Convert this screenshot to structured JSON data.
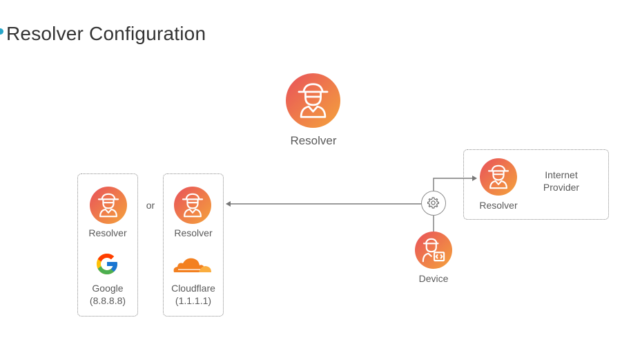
{
  "slide": {
    "title": "Resolver Configuration"
  },
  "diagram": {
    "main_resolver": {
      "label": "Resolver"
    },
    "google": {
      "resolver_label": "Resolver",
      "name": "Google",
      "address": "(8.8.8.8)"
    },
    "separator": "or",
    "cloudflare": {
      "resolver_label": "Resolver",
      "name": "Cloudflare",
      "address": "(1.1.1.1)"
    },
    "isp": {
      "resolver_label": "Resolver",
      "provider_line1": "Internet",
      "provider_line2": "Provider"
    },
    "device": {
      "label": "Device"
    }
  },
  "colors": {
    "accent_gradient_start": "#e8505b",
    "accent_gradient_end": "#f4a23c",
    "bullet": "#27a6c9",
    "cloudflare_orange": "#f38020",
    "cloudflare_light": "#faad3f"
  },
  "icons": {
    "resolver": "spy-icon",
    "device": "developer-icon",
    "config": "gear-icon",
    "google_logo": "google-logo",
    "cloudflare_logo": "cloudflare-logo"
  }
}
